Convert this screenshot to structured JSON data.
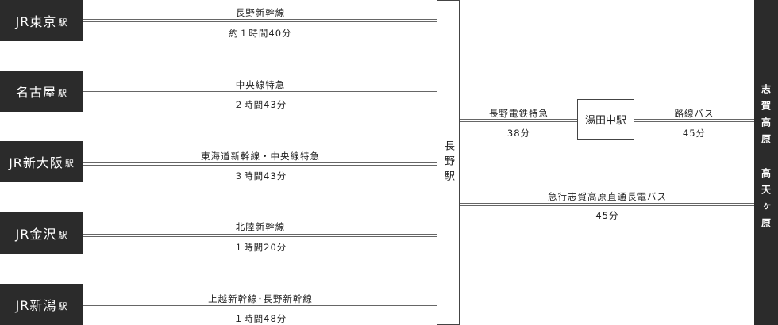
{
  "origins": [
    {
      "name": "JR東京",
      "suffix": "駅"
    },
    {
      "name": "名古屋",
      "suffix": "駅"
    },
    {
      "name": "JR新大阪",
      "suffix": "駅"
    },
    {
      "name": "JR金沢",
      "suffix": "駅"
    },
    {
      "name": "JR新潟",
      "suffix": "駅"
    }
  ],
  "routes_to_nagano": [
    {
      "line": "長野新幹線",
      "time": "約１時間40分"
    },
    {
      "line": "中央線特急",
      "time": "２時間43分"
    },
    {
      "line": "東海道新幹線・中央線特急",
      "time": "３時間43分"
    },
    {
      "line": "北陸新幹線",
      "time": "１時間20分"
    },
    {
      "line": "上越新幹線･長野新幹線",
      "time": "１時間48分"
    }
  ],
  "hub": {
    "name": "長野駅"
  },
  "nagano_to_yudanaka": {
    "line": "長野電鉄特急",
    "time": "38分"
  },
  "transfer": {
    "name": "湯田中駅"
  },
  "yudanaka_to_dest": {
    "line": "路線バス",
    "time": "45分"
  },
  "express_bus": {
    "line": "急行志賀高原直通長電バス",
    "time": "45分"
  },
  "destination": {
    "part1": "志賀高原",
    "part2": "高天ヶ原"
  }
}
